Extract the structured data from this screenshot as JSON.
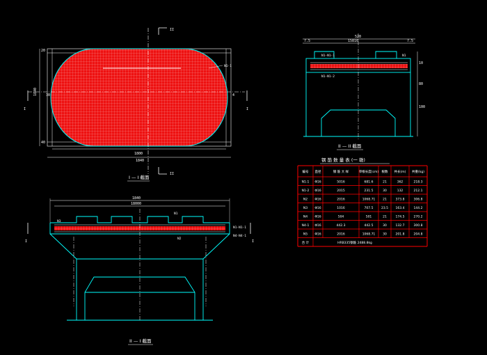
{
  "views": {
    "plan": {
      "dims": {
        "width_total": "1840",
        "width_inner": "1800",
        "height_total": "1840",
        "side_left": "30",
        "side_right": "4",
        "bot_left": "40",
        "top_left": "20"
      },
      "label_n1": "N1-1",
      "section_mark": "II",
      "section_mark_side": "I",
      "caption": "I — I 截面"
    },
    "section_ii": {
      "dims": {
        "top": "520",
        "left": "7.5",
        "mid": "15810",
        "right": "7.5",
        "v1": "10",
        "v2": "80",
        "v3": "100"
      },
      "labels": [
        "N1-N1-1",
        "N1-N1-2",
        "N1"
      ],
      "caption": "II — II 截面"
    },
    "section_i": {
      "dims": {
        "total": "1840",
        "inner": "18000"
      },
      "labels": [
        "N1",
        "N1-N1-1",
        "N4-N4-1",
        "N3",
        "N2"
      ],
      "caption": "II — I 截面"
    }
  },
  "table": {
    "title": "钢 筋 数 量 表 (一 墩)",
    "headers": [
      "编号",
      "直径",
      "钢 筋 大 样",
      "单根长度(cm)",
      "根数",
      "共长(m)",
      "共重(kg)"
    ],
    "rows": [
      [
        "N1-1",
        "Φ16",
        "5016",
        "681.6",
        "21",
        "362",
        "218.3"
      ],
      [
        "N1-2",
        "Φ16",
        "2015",
        "231.5",
        "30",
        "132",
        "212.1"
      ],
      [
        "N2",
        "Φ16",
        "2016",
        "1068.71",
        "21",
        "373.8",
        "306.8"
      ],
      [
        "N3",
        "Φ16",
        "1016",
        "707.5",
        "23.5",
        "163.4",
        "144.2"
      ],
      [
        "N4",
        "Φ16",
        "504",
        "501",
        "21",
        "174.5",
        "270.2"
      ],
      [
        "N4-1",
        "Φ16",
        "442.3",
        "442.5",
        "30",
        "132.7",
        "300.8"
      ],
      [
        "N5",
        "Φ16",
        "2016",
        "1068.71",
        "30",
        "201.8",
        "204.8"
      ]
    ],
    "total_label": "合 计",
    "total_value": "HRB335钢筋 2488.8kg"
  },
  "colors": {
    "outline": "#00ffff",
    "rebar_fill": "#ff0000",
    "dimension": "#ffffff",
    "table_border": "#ff0000"
  }
}
